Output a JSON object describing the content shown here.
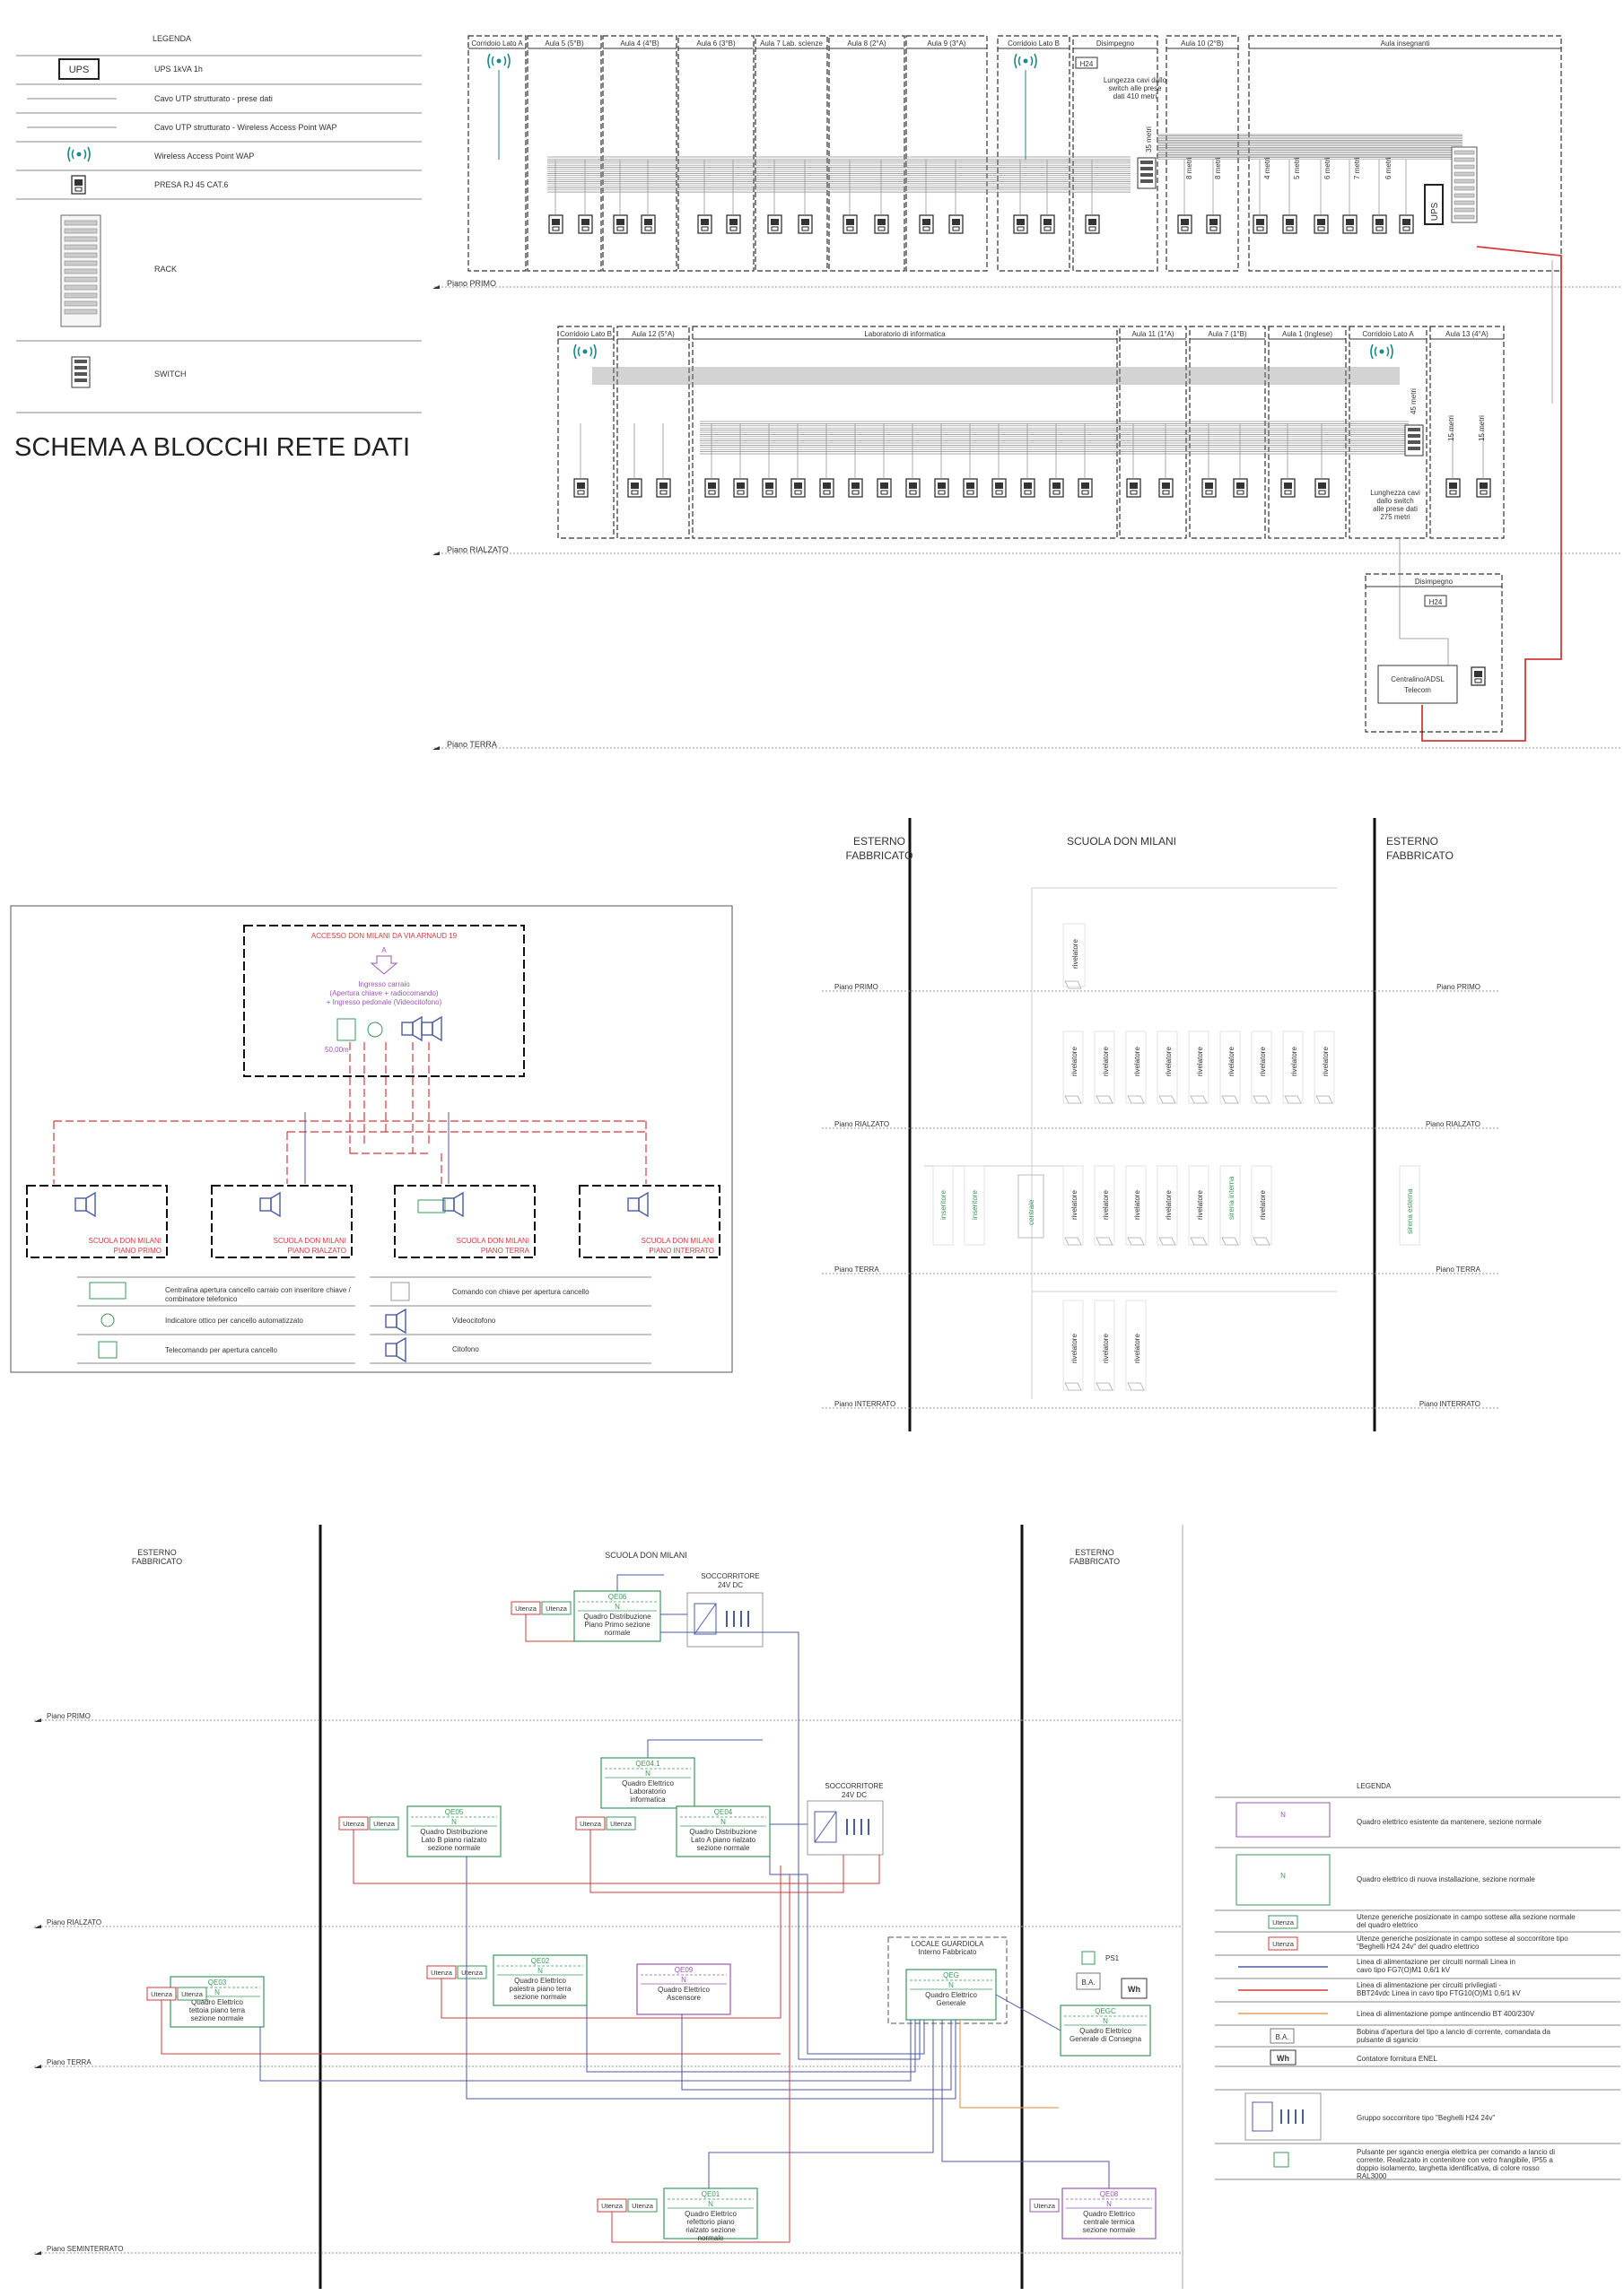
{
  "legend": {
    "heading": "LEGENDA",
    "items": [
      "UPS 1kVA 1h",
      "Cavo UTP strutturato - prese dati",
      "Cavo UTP strutturato - Wireless Access Point WAP",
      "Wireless Access Point WAP",
      "PRESA RJ 45 CAT.6",
      "RACK",
      "SWITCH"
    ],
    "ups_label": "UPS"
  },
  "title": "SCHEMA A BLOCCHI RETE DATI",
  "network": {
    "first_floor_rooms": [
      "Corridoio Lato A",
      "Aula 5 (5°B)",
      "Aula 4 (4°B)",
      "Aula 6 (3°B)",
      "Aula 7 Lab. scienze",
      "Aula 8 (2°A)",
      "Aula 9 (3°A)",
      "Corridoio Lato B",
      "Disimpegno",
      "Aula 10 (2°B)",
      "Aula insegnanti"
    ],
    "first_floor_note": "Lungezza cavi dallo switch alle prese dati 410 metri",
    "h24": "H24",
    "dist_35": "35 metri",
    "dist_8": "8 metri",
    "dist_4": "4 metri",
    "dist_5": "5 metri",
    "dist_6": "6 metri",
    "dist_7": "7 metri",
    "dist_45": "45 metri",
    "dist_15": "15 metri",
    "ground_floor_rooms": [
      "Corridoio Lato B",
      "Aula 12 (5°A)",
      "Laboratorio di informatica",
      "Aula 11 (1°A)",
      "Aula 7 (1°B)",
      "Aula 1 (Inglese)",
      "Corridoio Lato A",
      "Aula 13 (4°A)"
    ],
    "ground_floor_note": "Lunghezza cavi dallo switch alle prese dati 275 metri",
    "disimpegno": "Disimpegno",
    "centralino": "Centralino/ADSL Telecom",
    "levels": [
      "Piano PRIMO",
      "Piano RIALZATO",
      "Piano TERRA"
    ],
    "ups_label": "UPS"
  },
  "gate": {
    "access_title": "ACCESSO DON MILANI DA VIA ARNAUD 19",
    "access_letter": "A",
    "carraio": "Ingresso carraio",
    "carraio_note": "(Apertura chiave + radiocomando)",
    "pedonale": "+ Ingresso pedonale (Videocitofono)",
    "distance": "50,00m",
    "boxes": [
      {
        "l1": "SCUOLA DON MILANI",
        "l2": "PIANO PRIMO"
      },
      {
        "l1": "SCUOLA DON MILANI",
        "l2": "PIANO RIALZATO"
      },
      {
        "l1": "SCUOLA DON MILANI",
        "l2": "PIANO TERRA"
      },
      {
        "l1": "SCUOLA DON MILANI",
        "l2": "PIANO INTERRATO"
      }
    ],
    "legend": [
      "Centralina apertura cancello carraio con inseritore chiave / combinatore telefonico",
      "Indicatore ottico per cancello automatizzato",
      "Telecomando per apertura cancello",
      "Comando con chiave per apertura cancello",
      "Videocitofono",
      "Citofono"
    ]
  },
  "fire": {
    "esterno": "ESTERNO FABBRICATO",
    "scuola": "SCUOLA DON MILANI",
    "rivelatore": "rivelatore",
    "inseritore": "inseritore",
    "centrale": "centrale",
    "sirena_interna": "sirena interna",
    "sirena_esterna": "sirena esterna",
    "levels": [
      "Piano PRIMO",
      "Piano RIALZATO",
      "Piano TERRA",
      "Piano INTERRATO"
    ]
  },
  "electrical": {
    "esterno": "ESTERNO FABBRICATO",
    "scuola": "SCUOLA DON MILANI",
    "soccorritore": "SOCCORRITORE 24V DC",
    "utenza": "Utenza",
    "n": "N",
    "locale": "LOCALE GUARDIOLA Interno Fabbricato",
    "ps1": "PS1",
    "ba": "B.A.",
    "wh": "Wh",
    "levels": [
      "Piano PRIMO",
      "Piano RIALZATO",
      "Piano TERRA",
      "Piano SEMINTERRATO"
    ],
    "panels": [
      {
        "code": "QE06",
        "desc": "Quadro Distribuzione Piano Primo sezione normale"
      },
      {
        "code": "QE04.1",
        "desc": "Quadro Elettrico Laboratorio informatica"
      },
      {
        "code": "QE05",
        "desc": "Quadro Distribuzione Lato B piano rialzato sezione normale"
      },
      {
        "code": "QE04",
        "desc": "Quadro Distribuzione Lato A piano rialzato sezione normale"
      },
      {
        "code": "QE02",
        "desc": "Quadro Elettrico palestra piano terra sezione normale"
      },
      {
        "code": "QE09",
        "desc": "Quadro Elettrico Ascensore"
      },
      {
        "code": "QE03",
        "desc": "Quadro Elettrico tettoia piano terra sezione normale"
      },
      {
        "code": "QEG",
        "desc": "Quadro Elettrico Generale"
      },
      {
        "code": "QEGC",
        "desc": "Quadro Elettrico Generale di Consegna"
      },
      {
        "code": "QE01",
        "desc": "Quadro Elettrico refettorio piano rialzato sezione normale"
      },
      {
        "code": "QE08",
        "desc": "Quadro Elettrico centrale termica sezione normale"
      }
    ],
    "legend": {
      "heading": "LEGENDA",
      "items": [
        "Quadro elettrico esistente da mantenere, sezione normale",
        "Quadro elettrico di nuova installazione, sezione normale",
        "Utenze generiche posizionate in campo sottese alla sezione normale del quadro elettrico",
        "Utenze generiche posizionate in campo sottese al soccorritore tipo \"Beghelli H24 24v\" del quadro elettrico",
        "Linea di alimentazione per circuiti normali Linea in cavo tipo FG7(O)M1 0,6/1 kV",
        "Linea di alimentazione per circuiti privilegiati - BBT24vdc Linea in cavo tipo FTG10(O)M1 0,6/1 kV",
        "Linea di alimentazione pompe antincendio BT 400/230V",
        "Bobina d'apertura del tipo a lancio di corrente, comandata da pulsante di sgancio",
        "Contatore fornitura ENEL",
        "Gruppo soccorritore tipo \"Beghelli H24 24v\"",
        "Pulsante per sgancio energia elettrica per comando a lancio di corrente. Realizzato in contenitore con vetro frangibile, IP55 a doppio isolamento, targhetta identificativa, di colore rosso RAL3000"
      ]
    }
  },
  "colors": {
    "teal": "#1a8a8a",
    "red": "#d23a3a",
    "green": "#3a9a5a",
    "purple": "#9a55b0",
    "blue": "#4a5aa8",
    "orange": "#e0a060"
  }
}
